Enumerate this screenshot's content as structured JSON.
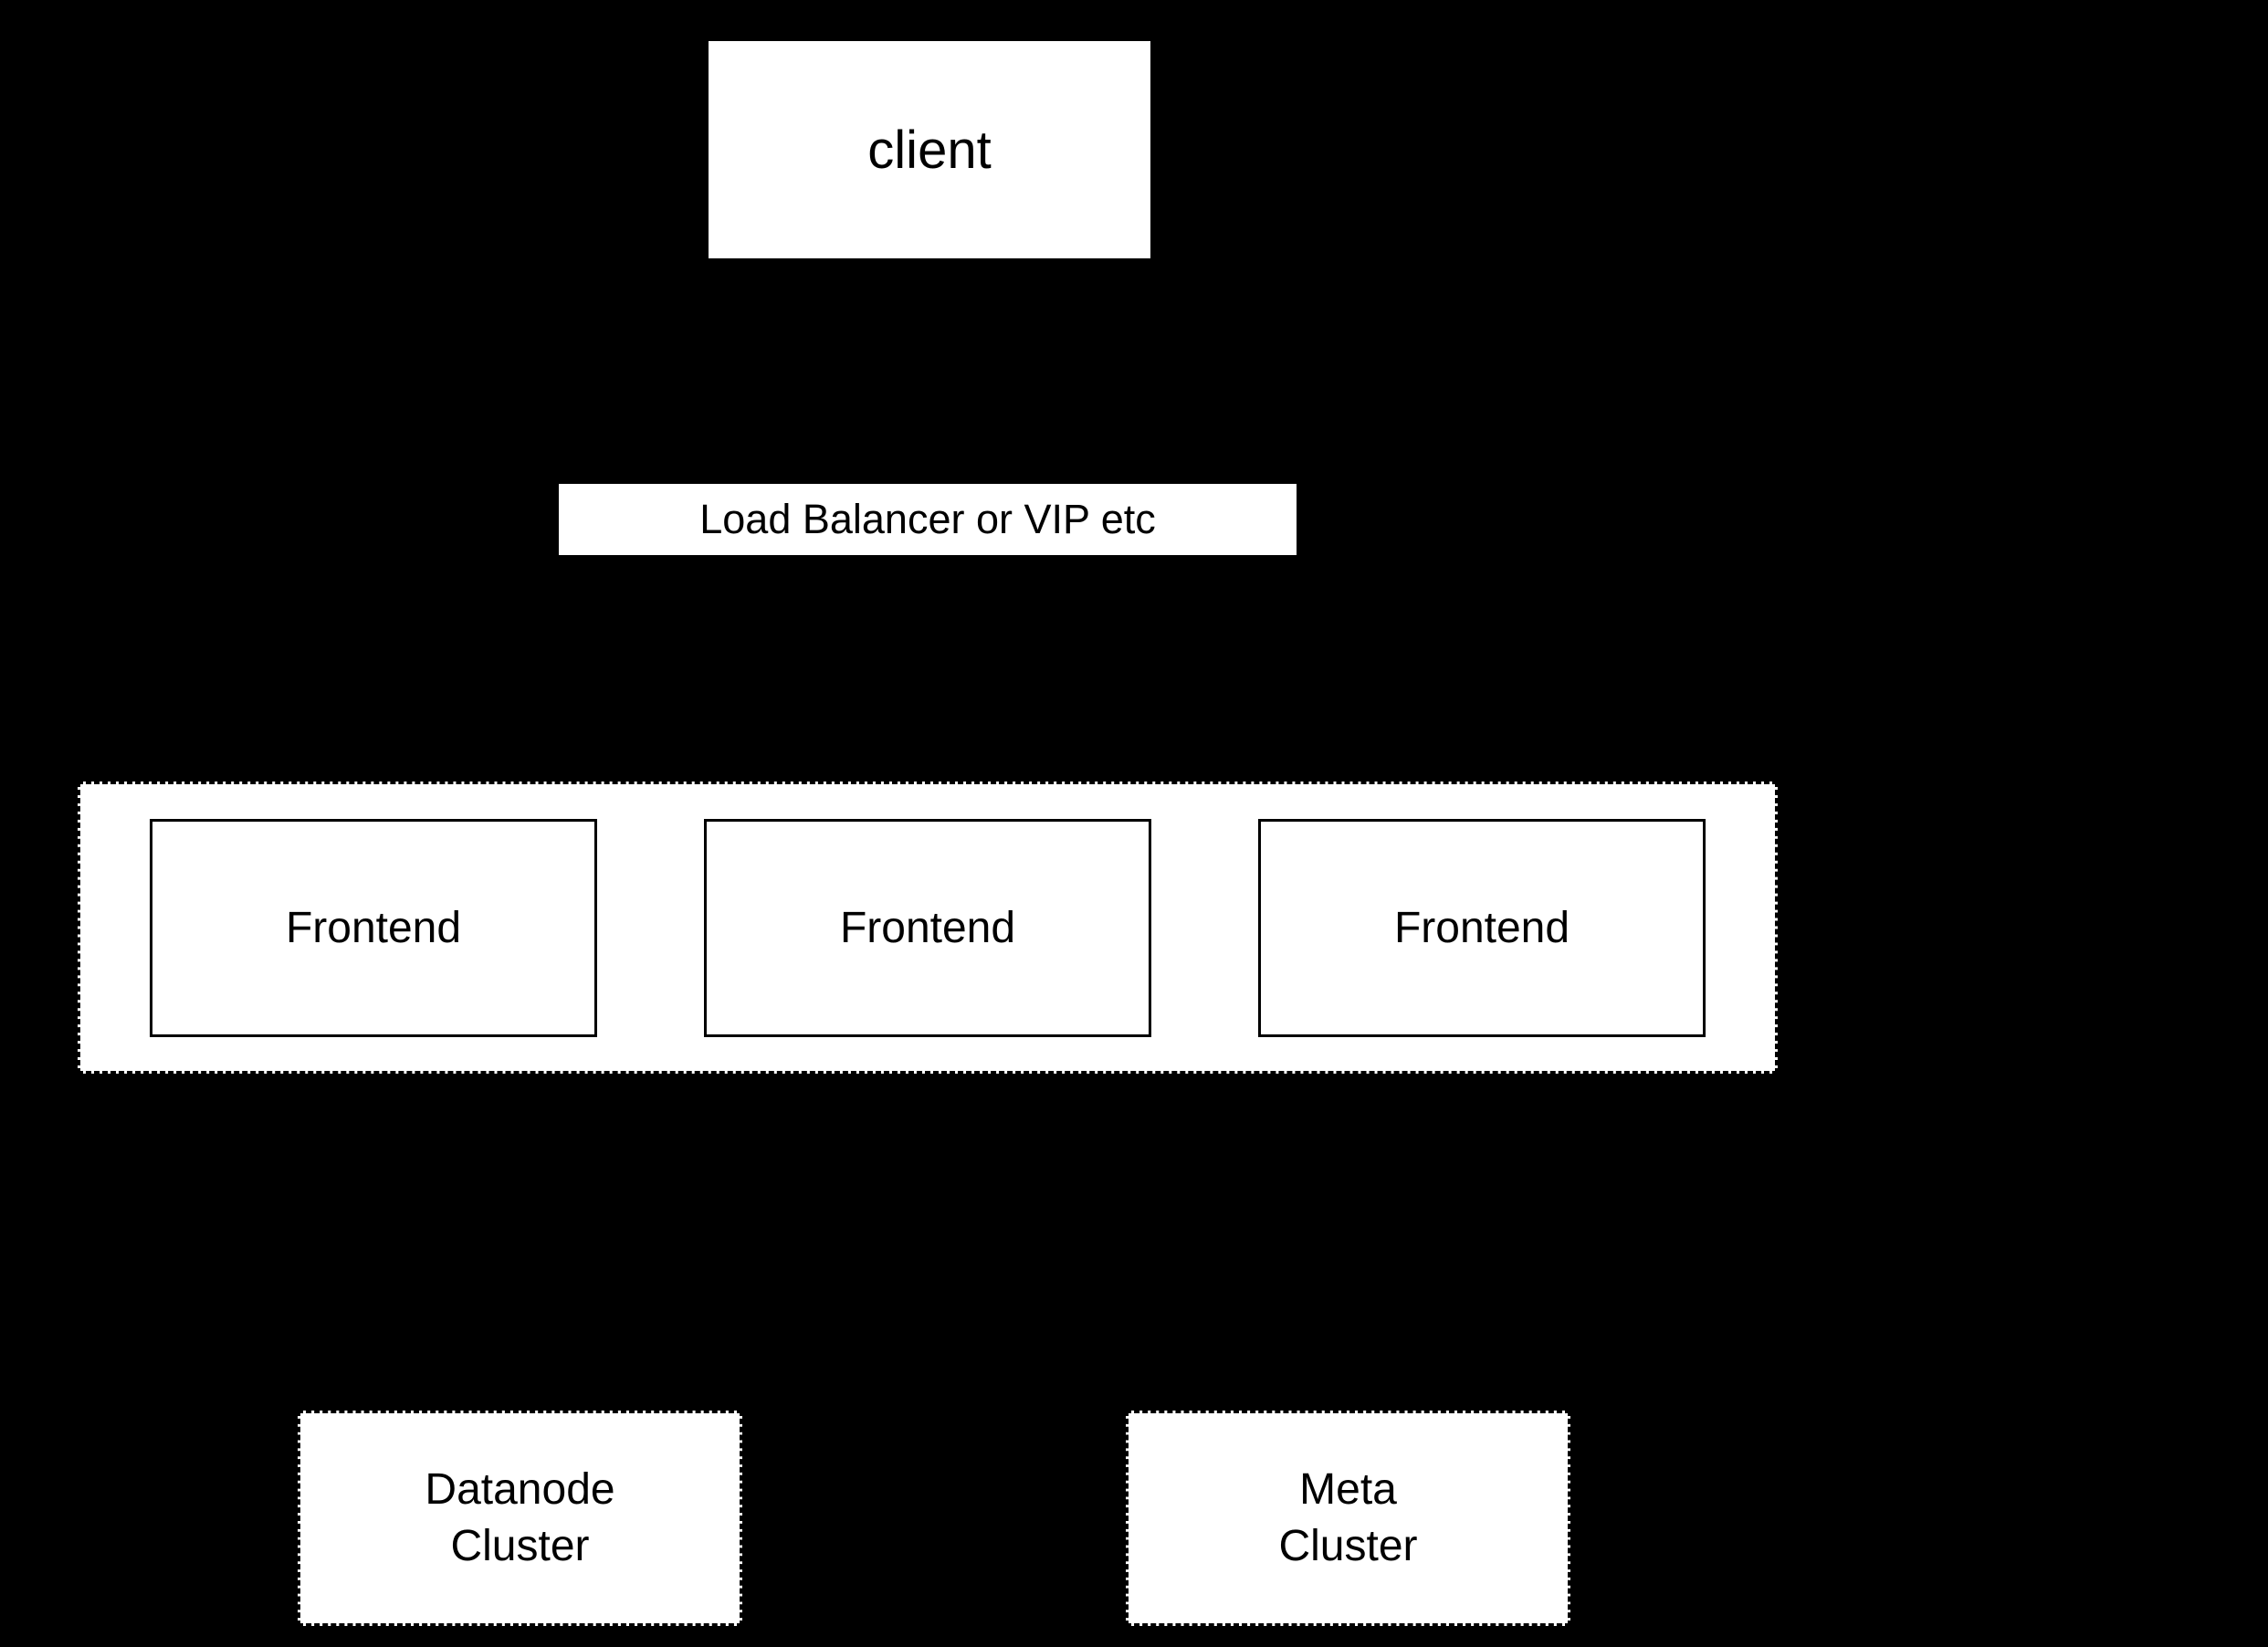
{
  "colors": {
    "background": "#000000",
    "node_fill": "#ffffff",
    "node_text": "#000000"
  },
  "nodes": {
    "client": {
      "label": "client"
    },
    "load_balancer": {
      "label": "Load Balancer or VIP etc"
    },
    "frontend_group": {
      "frontends": [
        {
          "label": "Frontend"
        },
        {
          "label": "Frontend"
        },
        {
          "label": "Frontend"
        }
      ]
    },
    "datanode_cluster": {
      "line1": "Datanode",
      "line2": "Cluster"
    },
    "meta_cluster": {
      "line1": "Meta",
      "line2": "Cluster"
    }
  }
}
